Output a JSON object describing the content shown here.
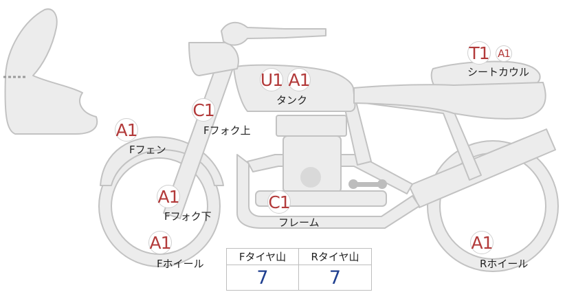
{
  "parts": [
    {
      "id": "front-fender",
      "label": "Fフェン",
      "code": "A1"
    },
    {
      "id": "front-fork-upper",
      "label": "Fフォク上",
      "code": "C1"
    },
    {
      "id": "front-fork-lower",
      "label": "Fフォク下",
      "code": "A1"
    },
    {
      "id": "front-wheel",
      "label": "Fホイール",
      "code": "A1"
    },
    {
      "id": "tank",
      "label": "タンク",
      "codes": [
        "U1",
        "A1"
      ]
    },
    {
      "id": "seat-cowl",
      "label": "シートカウル",
      "codes": [
        "T1",
        "A1"
      ]
    },
    {
      "id": "frame",
      "label": "フレーム",
      "code": "C1"
    },
    {
      "id": "rear-wheel",
      "label": "Rホイール",
      "code": "A1"
    }
  ],
  "tire_tread": {
    "front_label": "Fタイヤ山",
    "rear_label": "Rタイヤ山",
    "front_value": "7",
    "rear_value": "7"
  }
}
